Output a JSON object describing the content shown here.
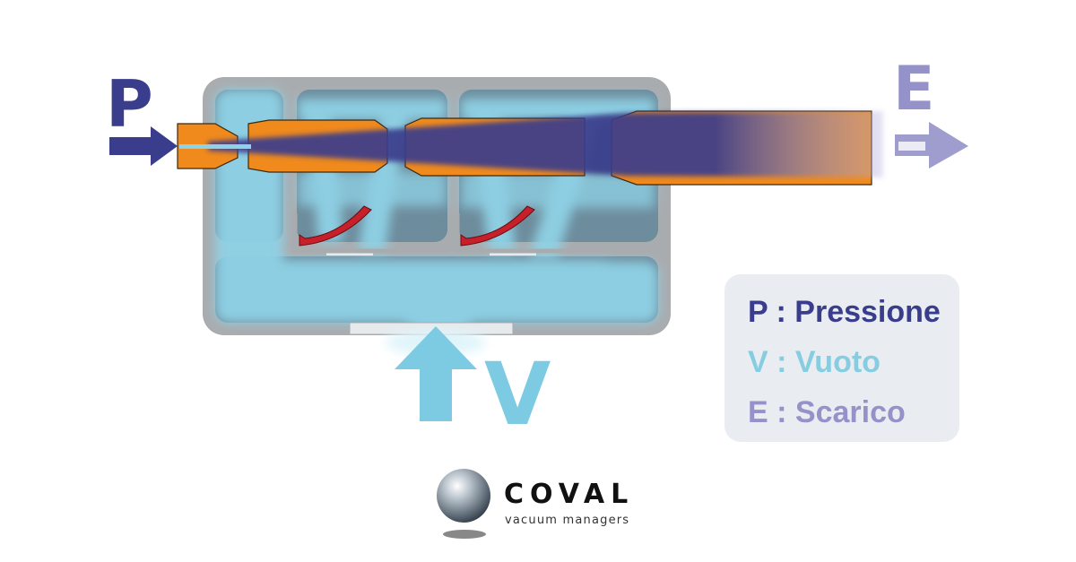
{
  "diagram": {
    "label_pressure": "P",
    "label_exhaust": "E",
    "label_vacuum": "V"
  },
  "legend": {
    "pressure": "P : Pressione",
    "vacuum": "V : Vuoto",
    "exhaust": "E : Scarico"
  },
  "logo": {
    "name": "COVAL",
    "tagline": "vacuum managers"
  },
  "colors": {
    "pressure": "#3a3d8c",
    "vacuum": "#7ccbe3",
    "exhaust": "#9592c9",
    "nozzle": "#f08a1c",
    "valve": "#c8202a",
    "body": "#a9acaf"
  }
}
